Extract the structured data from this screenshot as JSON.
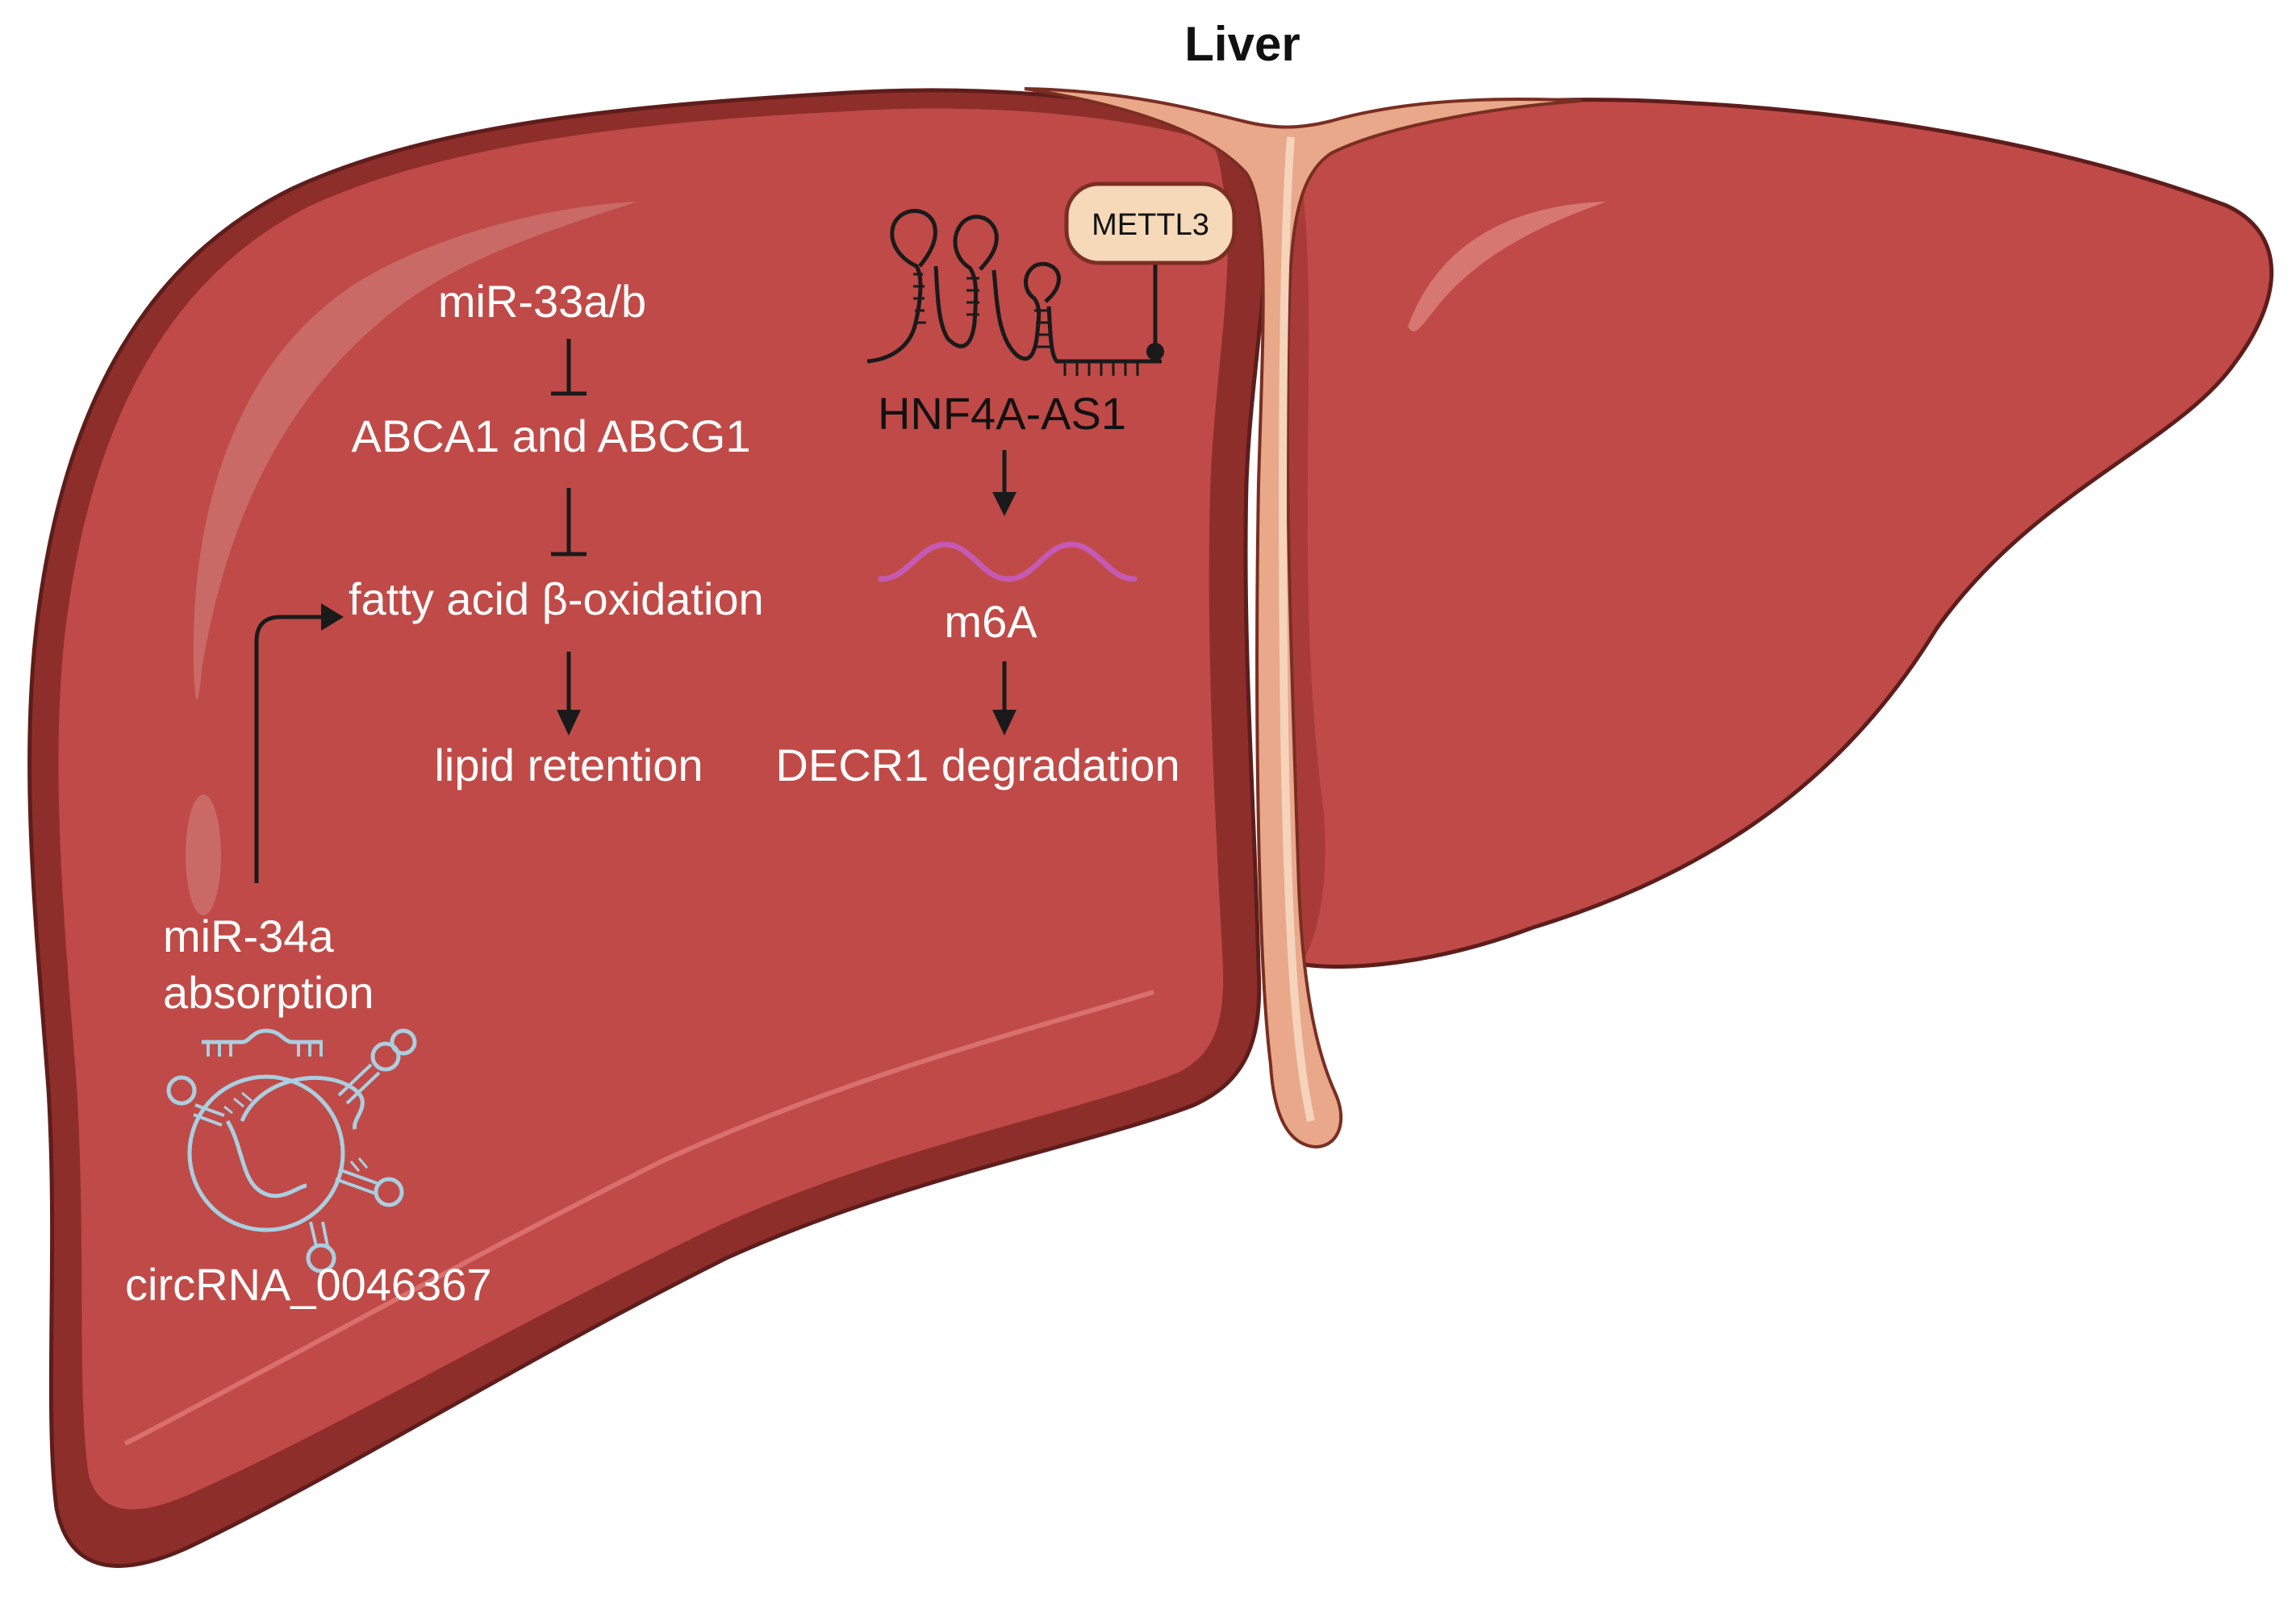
{
  "title": "Liver",
  "left_pathway": {
    "mir33": "miR-33a/b",
    "abca": "ABCA1 and ABCG1",
    "fao": "fatty acid β-oxidation",
    "lipid": "lipid retention"
  },
  "right_pathway": {
    "mettl3": "METTL3",
    "hnf": "HNF4A-AS1",
    "m6a": "m6A",
    "decr": "DECR1 degradation"
  },
  "circ": {
    "mir34_line1": "miR-34a",
    "mir34_line2": "absorption",
    "circ_name": "circRNA_0046367"
  },
  "colors": {
    "liver_main": "#c04a47",
    "liver_dark": "#8e2e2b",
    "ligament": "#e8a889",
    "mettl3_fill": "#f5d9b8",
    "m6a_wave": "#c45ab2",
    "circ_rna": "#a9cfe0"
  }
}
